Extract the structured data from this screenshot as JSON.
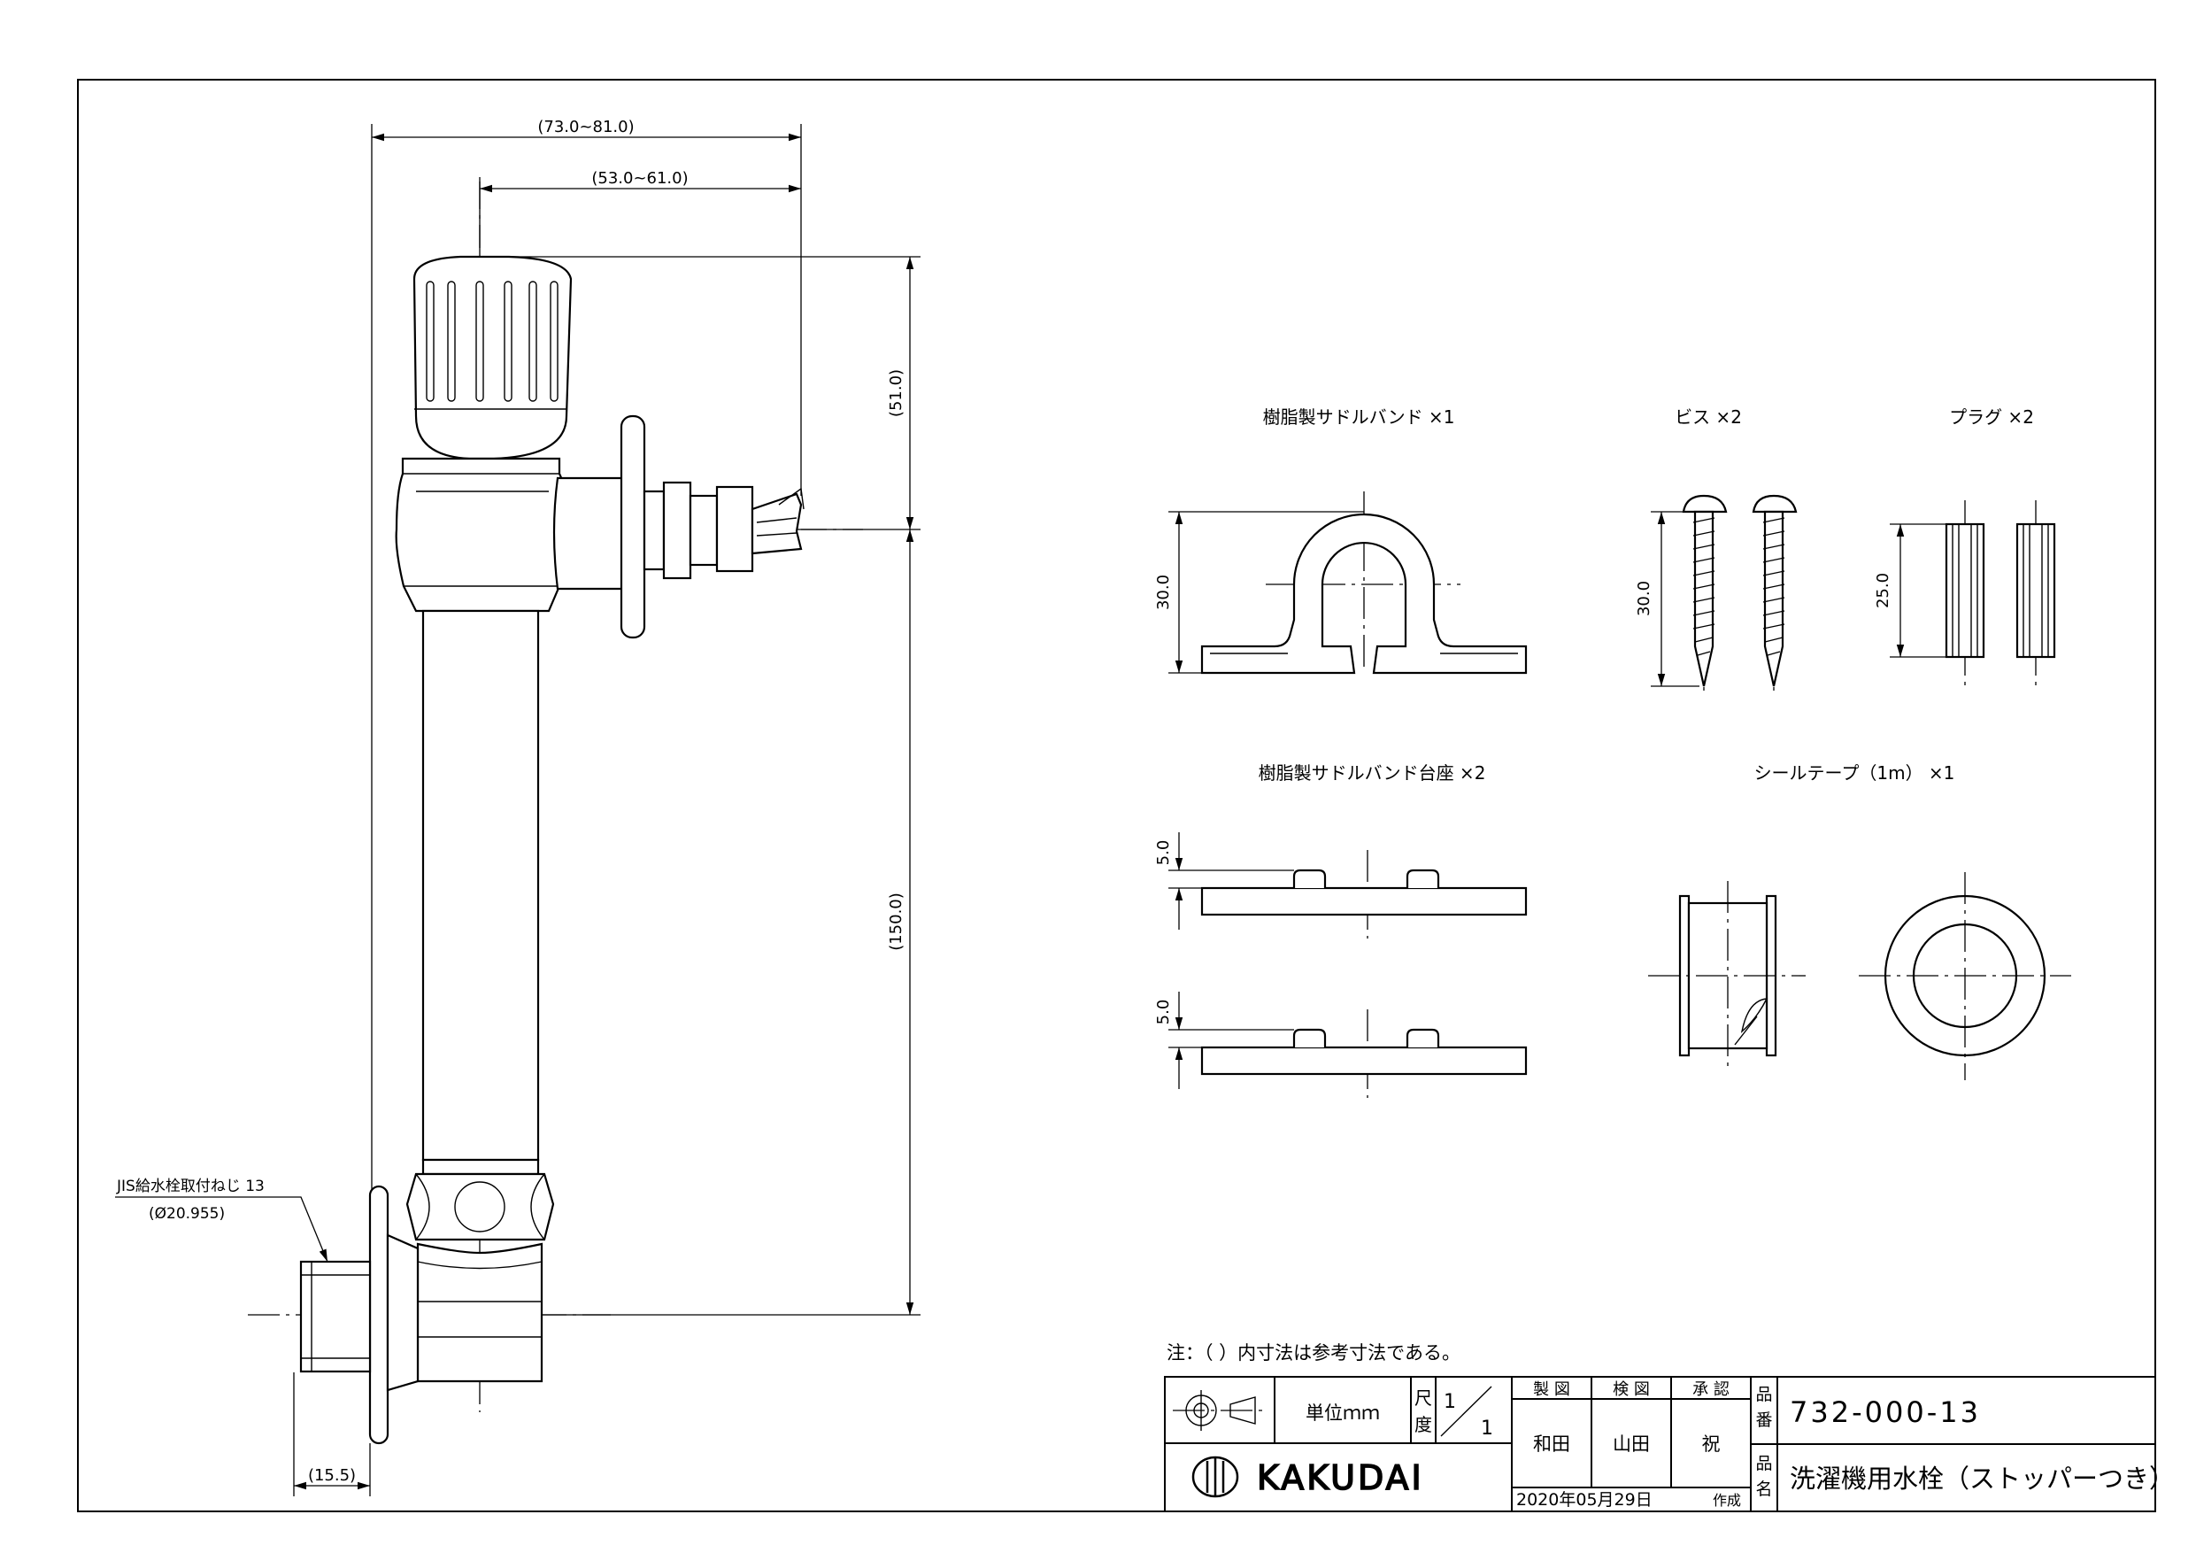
{
  "main_drawing": {
    "dim_overall_width": "(73.0~81.0)",
    "dim_inner_width": "(53.0~61.0)",
    "dim_upper_height": "(51.0)",
    "dim_lower_height": "(150.0)",
    "dim_flange_depth": "(15.5)",
    "thread_label": "JIS給水栓取付ねじ 13",
    "thread_diameter": "(Ø20.955)"
  },
  "accessories": {
    "saddle_band": {
      "label": "樹脂製サドルバンド ×1",
      "dim": "30.0"
    },
    "screw": {
      "label": "ビス ×2",
      "dim": "30.0"
    },
    "plug": {
      "label": "プラグ ×2",
      "dim": "25.0"
    },
    "saddle_base": {
      "label": "樹脂製サドルバンド台座 ×2",
      "dim_top": "5.0",
      "dim_bottom": "5.0"
    },
    "seal_tape": {
      "label": "シールテープ（1m） ×1"
    }
  },
  "note": "注：（ ）内寸法は参考寸法である。",
  "title_block": {
    "unit": "単位ｍｍ",
    "scale_label_1": "尺",
    "scale_label_2": "度",
    "scale_num": "1",
    "scale_den": "1",
    "col_made": "製 図",
    "col_checked": "検 図",
    "col_approved": "承 認",
    "name_made": "和田",
    "name_checked": "山田",
    "name_approved": "祝",
    "part_no_label_1": "品",
    "part_no_label_2": "番",
    "part_no": "732-000-13",
    "part_name_label_1": "品",
    "part_name_label_2": "名",
    "part_name": "洗濯機用水栓（ストッパーつき）",
    "date": "2020年05月29日",
    "date_suffix": "作成",
    "brand": "KAKUDAI"
  }
}
